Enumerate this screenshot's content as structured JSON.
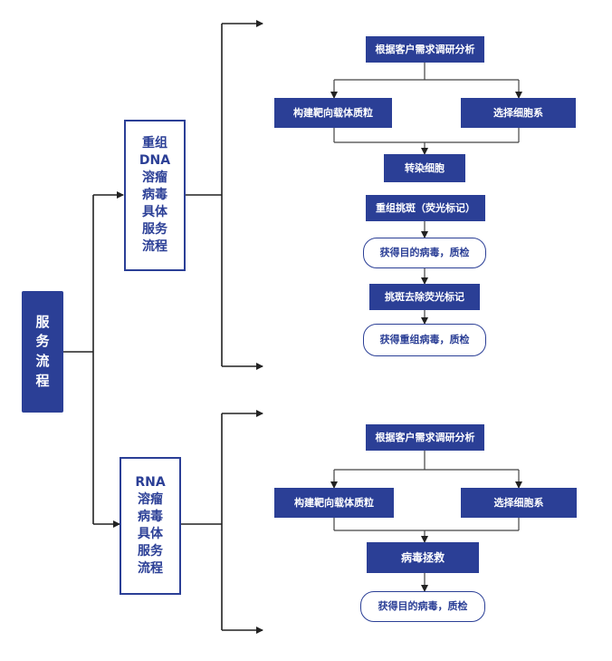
{
  "root": {
    "label": "服\n务\n流\n程"
  },
  "branches": [
    {
      "title": "重组\nDNA\n溶瘤\n病毒\n具体\n服务\n流程",
      "steps": {
        "research": "根据客户需求调研分析",
        "build_vector": "构建靶向载体质粒",
        "select_cells": "选择细胞系",
        "transfect": "转染细胞",
        "pick_plaque": "重组挑斑（荧光标记）",
        "get_virus_qc": "获得目的病毒，质检",
        "remove_marker": "挑斑去除荧光标记",
        "get_recomb_qc": "获得重组病毒，质检"
      }
    },
    {
      "title": "RNA\n溶瘤\n病毒\n具体\n服务\n流程",
      "steps": {
        "research": "根据客户需求调研分析",
        "build_vector": "构建靶向载体质粒",
        "select_cells": "选择细胞系",
        "rescue": "病毒拯救",
        "get_virus_qc": "获得目的病毒，质检"
      }
    }
  ],
  "colors": {
    "primary": "#2b3f96",
    "line": "#222222",
    "background": "#ffffff"
  }
}
